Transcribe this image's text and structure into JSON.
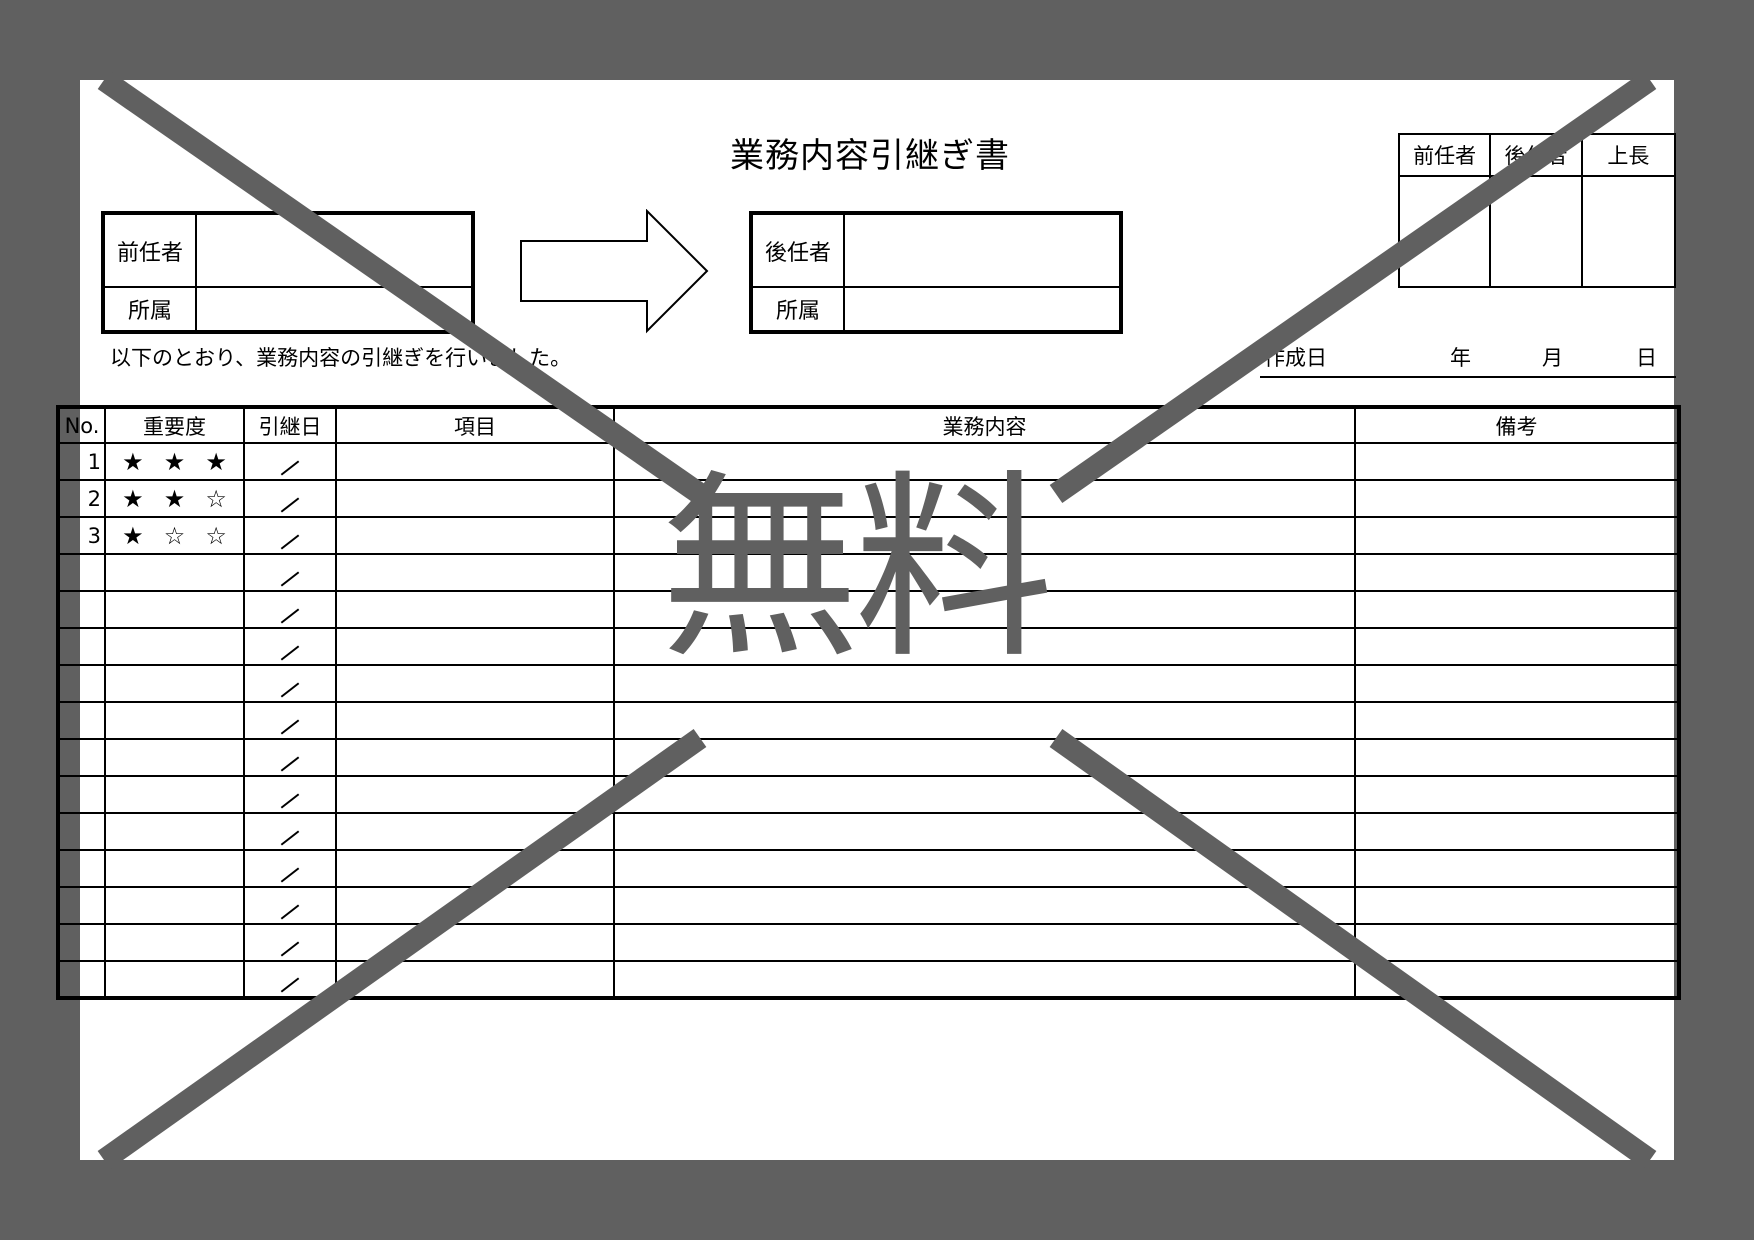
{
  "document": {
    "title": "業務内容引継ぎ書",
    "watermark": "無料"
  },
  "predecessor_box": {
    "name_label": "前任者",
    "name_value": "",
    "dept_label": "所属",
    "dept_value": ""
  },
  "successor_box": {
    "name_label": "後任者",
    "name_value": "",
    "dept_label": "所属",
    "dept_value": ""
  },
  "note": "以下のとおり、業務内容の引継ぎを行いました。",
  "approval_stamps": {
    "headers": [
      "前任者",
      "後任者",
      "上長"
    ]
  },
  "creation_date": {
    "label": "作成日",
    "year_label": "年",
    "month_label": "月",
    "day_label": "日"
  },
  "table": {
    "headers": {
      "no": "No.",
      "priority": "重要度",
      "handover_date": "引継日",
      "item": "項目",
      "content": "業務内容",
      "remarks": "備考"
    },
    "rows": [
      {
        "no": "1",
        "stars": [
          "★",
          "★",
          "★"
        ],
        "date": "／",
        "item": "",
        "content": "",
        "remarks": ""
      },
      {
        "no": "2",
        "stars": [
          "★",
          "★",
          "☆"
        ],
        "date": "／",
        "item": "",
        "content": "",
        "remarks": ""
      },
      {
        "no": "3",
        "stars": [
          "★",
          "☆",
          "☆"
        ],
        "date": "／",
        "item": "",
        "content": "",
        "remarks": ""
      },
      {
        "no": "",
        "stars": [
          "",
          "",
          ""
        ],
        "date": "／",
        "item": "",
        "content": "",
        "remarks": ""
      },
      {
        "no": "",
        "stars": [
          "",
          "",
          ""
        ],
        "date": "／",
        "item": "",
        "content": "",
        "remarks": ""
      },
      {
        "no": "",
        "stars": [
          "",
          "",
          ""
        ],
        "date": "／",
        "item": "",
        "content": "",
        "remarks": ""
      },
      {
        "no": "",
        "stars": [
          "",
          "",
          ""
        ],
        "date": "／",
        "item": "",
        "content": "",
        "remarks": ""
      },
      {
        "no": "",
        "stars": [
          "",
          "",
          ""
        ],
        "date": "／",
        "item": "",
        "content": "",
        "remarks": ""
      },
      {
        "no": "",
        "stars": [
          "",
          "",
          ""
        ],
        "date": "／",
        "item": "",
        "content": "",
        "remarks": ""
      },
      {
        "no": "",
        "stars": [
          "",
          "",
          ""
        ],
        "date": "／",
        "item": "",
        "content": "",
        "remarks": ""
      },
      {
        "no": "",
        "stars": [
          "",
          "",
          ""
        ],
        "date": "／",
        "item": "",
        "content": "",
        "remarks": ""
      },
      {
        "no": "",
        "stars": [
          "",
          "",
          ""
        ],
        "date": "／",
        "item": "",
        "content": "",
        "remarks": ""
      },
      {
        "no": "",
        "stars": [
          "",
          "",
          ""
        ],
        "date": "／",
        "item": "",
        "content": "",
        "remarks": ""
      },
      {
        "no": "",
        "stars": [
          "",
          "",
          ""
        ],
        "date": "／",
        "item": "",
        "content": "",
        "remarks": ""
      },
      {
        "no": "",
        "stars": [
          "",
          "",
          ""
        ],
        "date": "／",
        "item": "",
        "content": "",
        "remarks": ""
      }
    ]
  },
  "colors": {
    "background": "#606060",
    "page": "#ffffff",
    "watermark": "#606060",
    "lines": "#000000"
  }
}
